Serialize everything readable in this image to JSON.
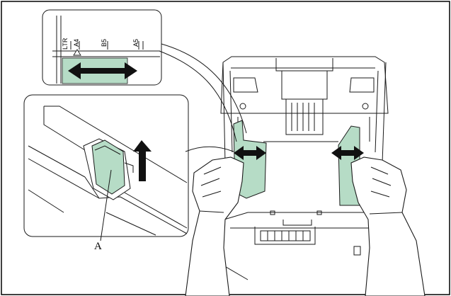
{
  "figure": {
    "callout_label": "A",
    "size_marks": [
      "LTR",
      "A4",
      "B5",
      "A5"
    ]
  },
  "colors": {
    "guide_fill": "#b6dcc6",
    "line": "#1a1a1a",
    "arrow": "#111111",
    "border": "#000000"
  }
}
